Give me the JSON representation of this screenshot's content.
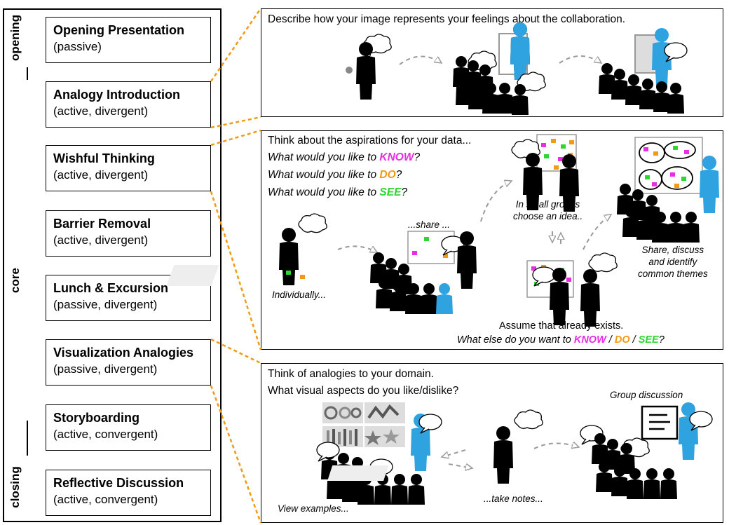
{
  "phases": {
    "opening": "opening",
    "core": "core",
    "closing": "closing"
  },
  "stages": [
    {
      "title": "Opening Presentation",
      "subtitle": "(passive)"
    },
    {
      "title": "Analogy Introduction",
      "subtitle": "(active, divergent)"
    },
    {
      "title": "Wishful Thinking",
      "subtitle": "(active, divergent)"
    },
    {
      "title": "Barrier Removal",
      "subtitle": "(active, divergent)"
    },
    {
      "title": "Lunch & Excursion",
      "subtitle": "(passive, divergent)"
    },
    {
      "title": "Visualization Analogies",
      "subtitle": "(passive, divergent)"
    },
    {
      "title": "Storyboarding",
      "subtitle": "(active, convergent)"
    },
    {
      "title": "Reflective Discussion",
      "subtitle": "(active, convergent)"
    }
  ],
  "panel_analogy": {
    "prompt": "Describe how your image represents your feelings about the collaboration."
  },
  "panel_wishful": {
    "intro": "Think about the aspirations for your data...",
    "q_know_pre": "What would you like to ",
    "q_know_kw": "KNOW",
    "q_know_post": "?",
    "q_do_pre": "What would you like to ",
    "q_do_kw": "DO",
    "q_do_post": "?",
    "q_see_pre": "What would you like to ",
    "q_see_kw": "SEE",
    "q_see_post": "?",
    "cap_individually": "Individually...",
    "cap_share": "...share ...",
    "cap_groups_1": "In small groups",
    "cap_groups_2": "choose an idea..",
    "cap_themes_1": "Share, discuss",
    "cap_themes_2": "and identify",
    "cap_themes_3": "common themes",
    "assume": "Assume that already exists.",
    "else_pre": "What else do you want to ",
    "else_know": "KNOW",
    "sep1": " / ",
    "else_do": "DO",
    "sep2": " / ",
    "else_see": "SEE",
    "else_post": "?"
  },
  "panel_vis": {
    "line1": "Think of analogies to your domain.",
    "line2": "What visual aspects do you like/dislike?",
    "cap_examples": "View examples...",
    "cap_notes": "...take notes...",
    "cap_group": "Group discussion"
  },
  "colors": {
    "connector": "#f39a12",
    "presenter": "#2ea3e0",
    "arrow": "#9a9a9a",
    "know": "#e82ee3",
    "do": "#f39a12",
    "see": "#2fd62f"
  }
}
